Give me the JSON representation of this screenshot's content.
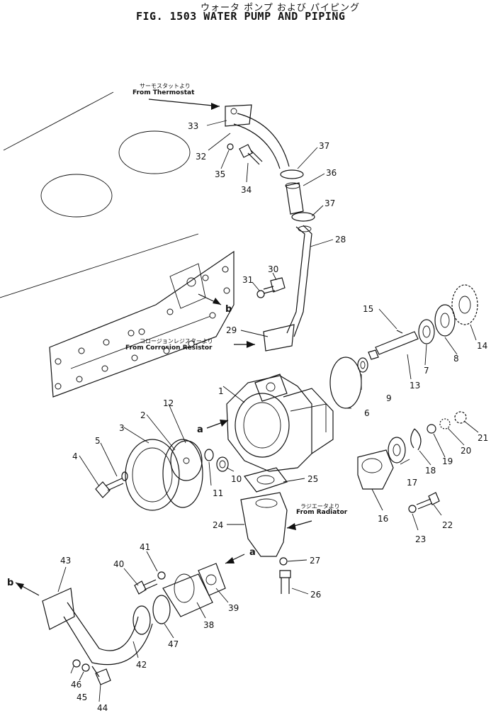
{
  "header": {
    "jp_title": "ウォータ ポンプ および パイピング",
    "fig_title": "FIG. 1503  WATER PUMP AND PIPING"
  },
  "notes": {
    "thermostat_jp": "サーモスタットより",
    "thermostat_en": "From Thermostat",
    "corrosion_jp": "コロージョンレジスターより",
    "corrosion_en": "From Corrosion Resistor",
    "radiator_jp": "ラジエータより",
    "radiator_en": "From Radiator"
  },
  "refs": {
    "a_upper": "a",
    "a_lower": "a",
    "b_upper": "b",
    "b_lower": "b"
  },
  "parts": {
    "p1": "1",
    "p2": "2",
    "p3": "3",
    "p4": "4",
    "p5": "5",
    "p6": "6",
    "p7": "7",
    "p8": "8",
    "p9": "9",
    "p10": "10",
    "p11": "11",
    "p12": "12",
    "p13": "13",
    "p14": "14",
    "p15": "15",
    "p16": "16",
    "p17": "17",
    "p18": "18",
    "p19": "19",
    "p20": "20",
    "p21": "21",
    "p22": "22",
    "p23": "23",
    "p24": "24",
    "p25": "25",
    "p26": "26",
    "p27": "27",
    "p28": "28",
    "p29": "29",
    "p30": "30",
    "p31": "31",
    "p32": "32",
    "p33": "33",
    "p34": "34",
    "p35": "35",
    "p36": "36",
    "p37a": "37",
    "p37b": "37",
    "p38": "38",
    "p39": "39",
    "p40": "40",
    "p41": "41",
    "p42": "42",
    "p43": "43",
    "p44": "44",
    "p45": "45",
    "p46": "46",
    "p47": "47"
  }
}
